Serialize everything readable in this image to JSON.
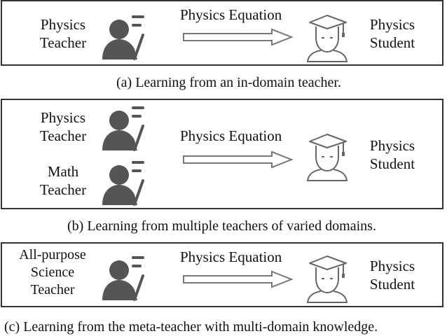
{
  "panels": [
    {
      "id": "a",
      "teachers": [
        {
          "label": "Physics\nTeacher"
        }
      ],
      "arrow_label": "Physics Equation",
      "student": {
        "label": "Physics\nStudent"
      },
      "caption": "(a) Learning from an in-domain teacher."
    },
    {
      "id": "b",
      "teachers": [
        {
          "label": "Physics\nTeacher"
        },
        {
          "label": "Math\nTeacher"
        }
      ],
      "arrow_label": "Physics Equation",
      "student": {
        "label": "Physics\nStudent"
      },
      "caption": "(b) Learning from multiple teachers of varied domains."
    },
    {
      "id": "c",
      "teachers": [
        {
          "label": "All-purpose\nScience\nTeacher"
        }
      ],
      "arrow_label": "Physics Equation",
      "student": {
        "label": "Physics\nStudent"
      },
      "caption": "(c) Learning from the meta-teacher with multi-domain knowledge."
    }
  ],
  "icons": {
    "teacher": "teacher-icon",
    "student": "graduate-student-icon",
    "arrow": "right-arrow-icon"
  },
  "colors": {
    "teacher_icon": "#555555",
    "student_icon_stroke": "#666666",
    "arrow_stroke": "#777777",
    "border": "#333333"
  }
}
